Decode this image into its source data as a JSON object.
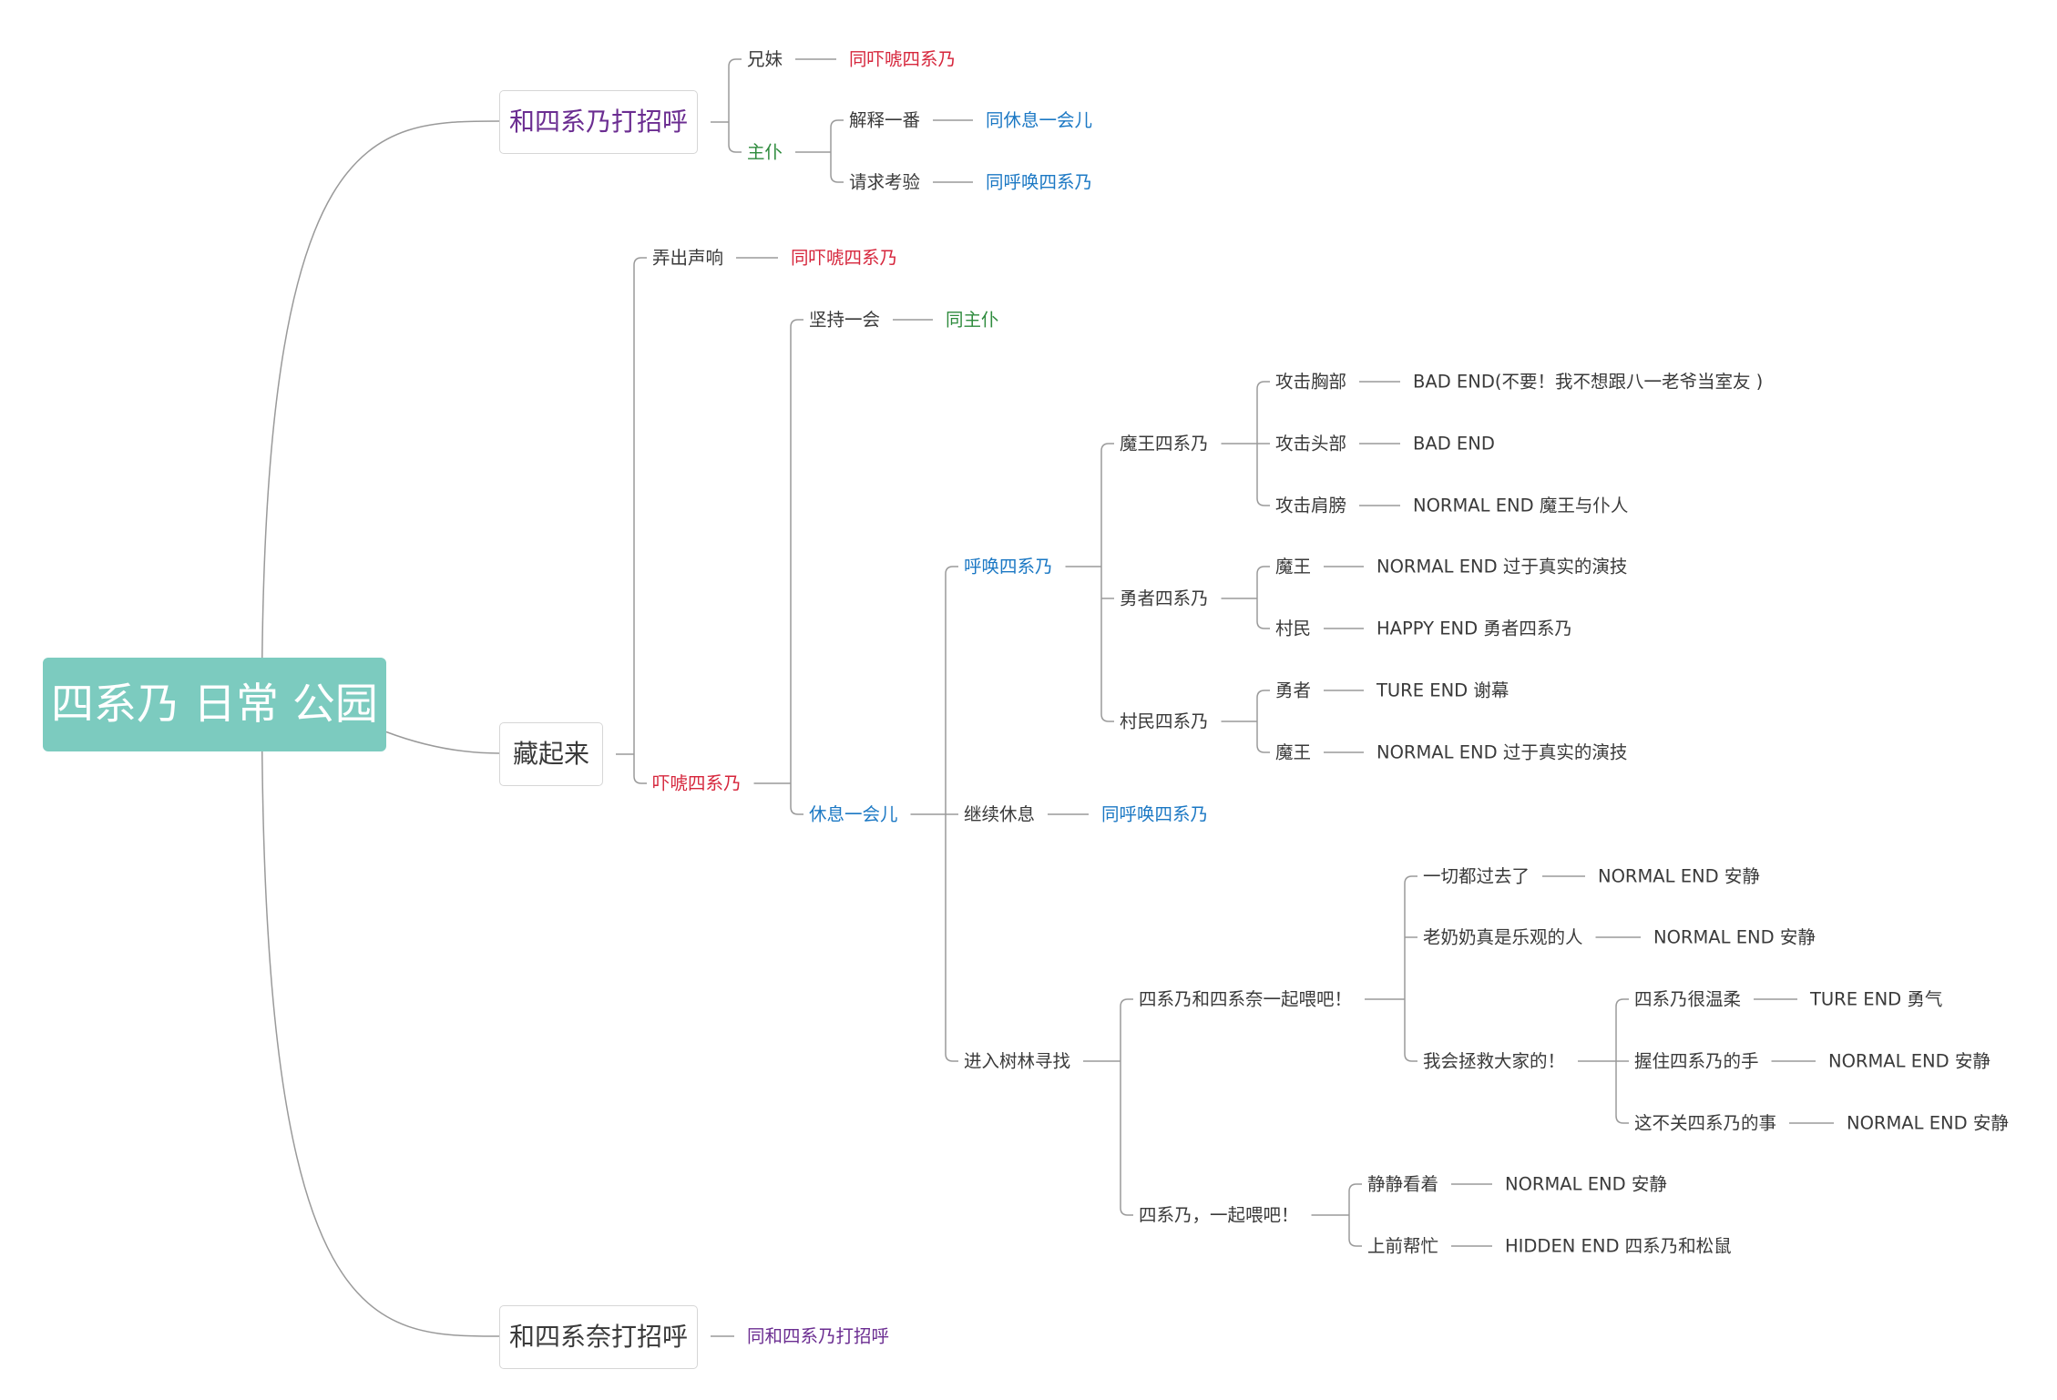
{
  "colors": {
    "root_bg": "#7ccbbf",
    "line": "#9a9a9a",
    "text": "#3a3a3a",
    "red": "#d6263c",
    "blue": "#1b78c4",
    "green": "#2e8b3d",
    "purple": "#6b2d91"
  },
  "root": {
    "label": "四系乃 日常 公园"
  },
  "nodes": [
    {
      "id": "b1",
      "label": "和四系乃打招呼",
      "color": "purple",
      "children": [
        {
          "id": "b1a",
          "label": "兄妹",
          "children": [
            {
              "id": "b1a1",
              "label": "同吓唬四系乃",
              "color": "red"
            }
          ]
        },
        {
          "id": "b1b",
          "label": "主仆",
          "color": "green",
          "children": [
            {
              "id": "b1b1",
              "label": "解释一番",
              "children": [
                {
                  "id": "b1b1a",
                  "label": "同休息一会儿",
                  "color": "blue"
                }
              ]
            },
            {
              "id": "b1b2",
              "label": "请求考验",
              "children": [
                {
                  "id": "b1b2a",
                  "label": "同呼唤四系乃",
                  "color": "blue"
                }
              ]
            }
          ]
        }
      ]
    },
    {
      "id": "b2",
      "label": "藏起来",
      "children": [
        {
          "id": "b2a",
          "label": "弄出声响",
          "children": [
            {
              "id": "b2a1",
              "label": "同吓唬四系乃",
              "color": "red"
            }
          ]
        },
        {
          "id": "b2b",
          "label": "吓唬四系乃",
          "color": "red",
          "children": [
            {
              "id": "c1",
              "label": "坚持一会",
              "children": [
                {
                  "id": "c1a",
                  "label": "同主仆",
                  "color": "green"
                }
              ]
            },
            {
              "id": "c2",
              "label": "休息一会儿",
              "color": "blue",
              "children": [
                {
                  "id": "d1",
                  "label": "呼唤四系乃",
                  "color": "blue",
                  "children": [
                    {
                      "id": "e1",
                      "label": "魔王四系乃",
                      "children": [
                        {
                          "id": "f1",
                          "label": "攻击胸部",
                          "children": [
                            {
                              "id": "f1a",
                              "label": "BAD END(不要！我不想跟八一老爷当室友 )"
                            }
                          ]
                        },
                        {
                          "id": "f2",
                          "label": "攻击头部",
                          "children": [
                            {
                              "id": "f2a",
                              "label": "BAD END"
                            }
                          ]
                        },
                        {
                          "id": "f3",
                          "label": "攻击肩膀",
                          "children": [
                            {
                              "id": "f3a",
                              "label": "NORMAL END 魔王与仆人"
                            }
                          ]
                        }
                      ]
                    },
                    {
                      "id": "e2",
                      "label": "勇者四系乃",
                      "children": [
                        {
                          "id": "f4",
                          "label": "魔王",
                          "children": [
                            {
                              "id": "f4a",
                              "label": "NORMAL END 过于真实的演技"
                            }
                          ]
                        },
                        {
                          "id": "f5",
                          "label": "村民",
                          "children": [
                            {
                              "id": "f5a",
                              "label": "HAPPY END 勇者四系乃"
                            }
                          ]
                        }
                      ]
                    },
                    {
                      "id": "e3",
                      "label": "村民四系乃",
                      "children": [
                        {
                          "id": "f6",
                          "label": "勇者",
                          "children": [
                            {
                              "id": "f6a",
                              "label": "TURE END 谢幕"
                            }
                          ]
                        },
                        {
                          "id": "f7",
                          "label": "魔王",
                          "children": [
                            {
                              "id": "f7a",
                              "label": "NORMAL END 过于真实的演技"
                            }
                          ]
                        }
                      ]
                    }
                  ]
                },
                {
                  "id": "d2",
                  "label": "继续休息",
                  "children": [
                    {
                      "id": "d2a",
                      "label": "同呼唤四系乃",
                      "color": "blue"
                    }
                  ]
                },
                {
                  "id": "d3",
                  "label": "进入树林寻找",
                  "children": [
                    {
                      "id": "g1",
                      "label": "四系乃和四系奈一起喂吧！",
                      "children": [
                        {
                          "id": "h1",
                          "label": "一切都过去了",
                          "children": [
                            {
                              "id": "h1a",
                              "label": "NORMAL END 安静"
                            }
                          ]
                        },
                        {
                          "id": "h2",
                          "label": "老奶奶真是乐观的人",
                          "children": [
                            {
                              "id": "h2a",
                              "label": "NORMAL END 安静"
                            }
                          ]
                        },
                        {
                          "id": "h3",
                          "label": "我会拯救大家的！",
                          "children": [
                            {
                              "id": "i1",
                              "label": "四系乃很温柔",
                              "children": [
                                {
                                  "id": "i1a",
                                  "label": "TURE END 勇气"
                                }
                              ]
                            },
                            {
                              "id": "i2",
                              "label": "握住四系乃的手",
                              "children": [
                                {
                                  "id": "i2a",
                                  "label": "NORMAL END 安静"
                                }
                              ]
                            },
                            {
                              "id": "i3",
                              "label": "这不关四系乃的事",
                              "children": [
                                {
                                  "id": "i3a",
                                  "label": "NORMAL END 安静"
                                }
                              ]
                            }
                          ]
                        }
                      ]
                    },
                    {
                      "id": "g2",
                      "label": "四系乃，一起喂吧！",
                      "children": [
                        {
                          "id": "j1",
                          "label": "静静看着",
                          "children": [
                            {
                              "id": "j1a",
                              "label": "NORMAL END 安静"
                            }
                          ]
                        },
                        {
                          "id": "j2",
                          "label": "上前帮忙",
                          "children": [
                            {
                              "id": "j2a",
                              "label": "HIDDEN END 四系乃和松鼠"
                            }
                          ]
                        }
                      ]
                    }
                  ]
                }
              ]
            }
          ]
        }
      ]
    },
    {
      "id": "b3",
      "label": "和四系奈打招呼",
      "children": [
        {
          "id": "b3a",
          "label": "同和四系乃打招呼",
          "color": "purple"
        }
      ]
    }
  ]
}
